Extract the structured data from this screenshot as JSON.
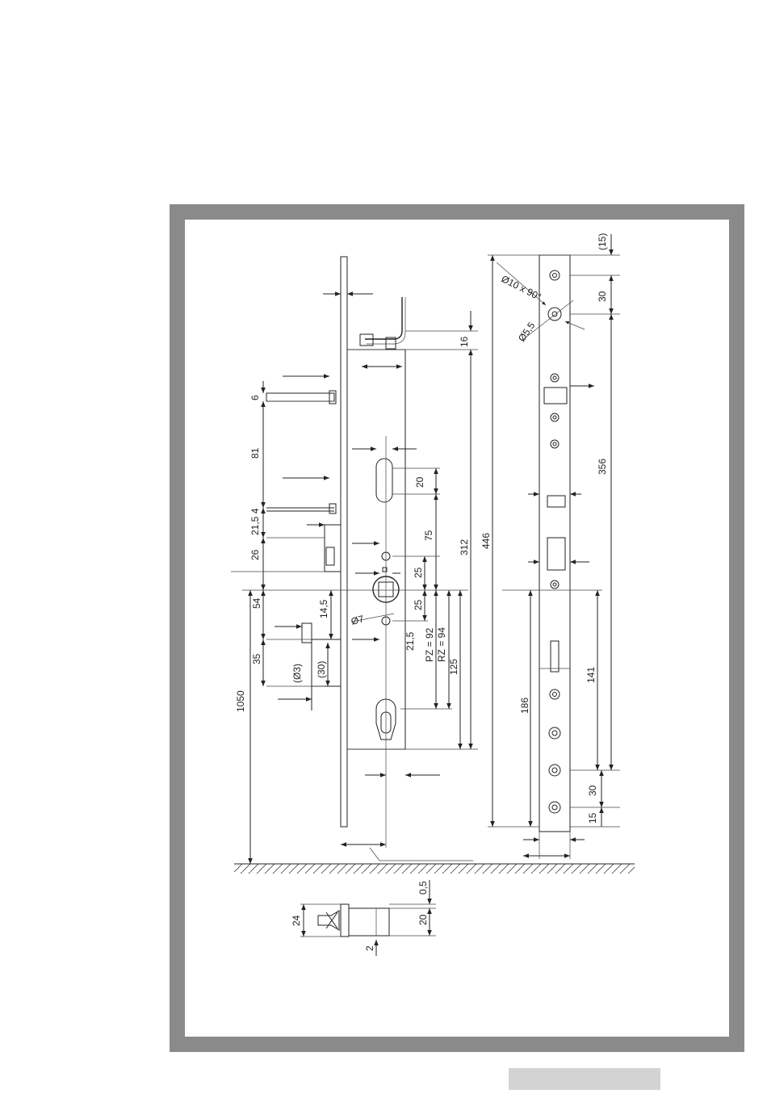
{
  "drawing": {
    "left_view_dims": {
      "d6": "6",
      "d81": "81",
      "d21": "21,5 4",
      "d26": "26",
      "d54": "54",
      "d14": "14,5",
      "d35": "35",
      "dphi3": "(Ø3)",
      "d30b": "(30)",
      "d1050": "1050",
      "d16": "16",
      "d20": "20",
      "d75": "75",
      "d312": "312",
      "d25a": "25",
      "d25b": "25",
      "dphi7": "Ø7",
      "d215": "21,5",
      "dpz": "PZ = 92",
      "drz": "RZ = 94",
      "d125": "125"
    },
    "front_view_dims": {
      "d446": "446",
      "d15top": "(15)",
      "dphi10": "Ø10 x 90°",
      "dphi55": "Ø5,5",
      "d30top": "30",
      "d356": "356",
      "d186": "186",
      "d141": "141",
      "d30bot": "30",
      "d15bot": "15"
    },
    "section_dims": {
      "d05": "0,5",
      "d24": "24",
      "d20": "20",
      "d2": "2"
    }
  },
  "colors": {
    "frame": "#8a8a8a",
    "footer_bar": "#d3d3d3",
    "line": "#222222"
  }
}
